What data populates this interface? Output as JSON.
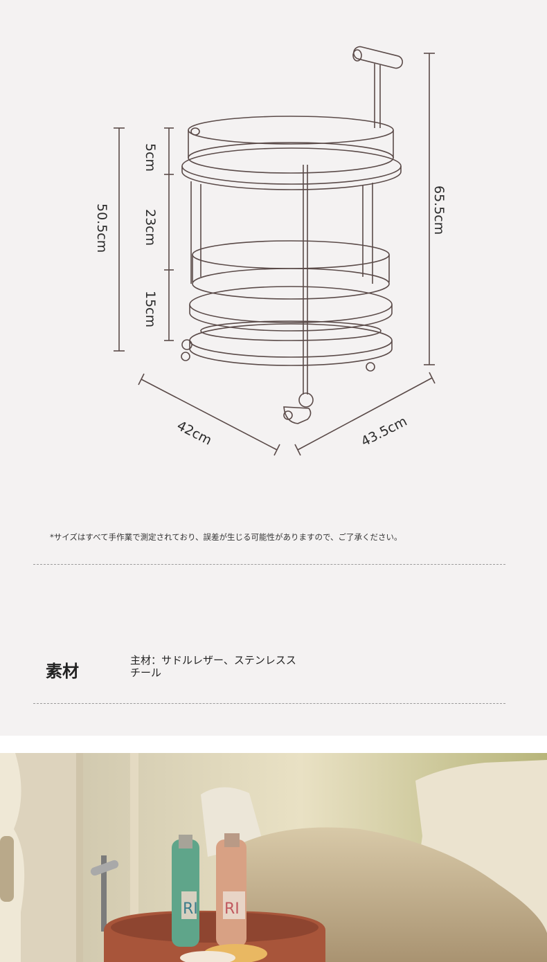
{
  "dimensions": {
    "tier_top": "5cm",
    "tier_middle": "23cm",
    "tier_bottom": "15cm",
    "body_height": "50.5cm",
    "total_height": "65.5cm",
    "width": "42cm",
    "depth": "43.5cm"
  },
  "note": "*サイズはすべて手作業で測定されており、誤差が生じる可能性がありますので、ご了承ください。",
  "material": {
    "label": "素材",
    "value": "主材：サドルレザー、ステンレススチール"
  },
  "photo": {
    "bottle_label_left": "RI",
    "bottle_label_right": "RI",
    "colors": {
      "tray": "#a8553a",
      "bottle_left": "#5fa58a",
      "bottle_right": "#d8a184",
      "sofa": "#c8b593"
    }
  }
}
